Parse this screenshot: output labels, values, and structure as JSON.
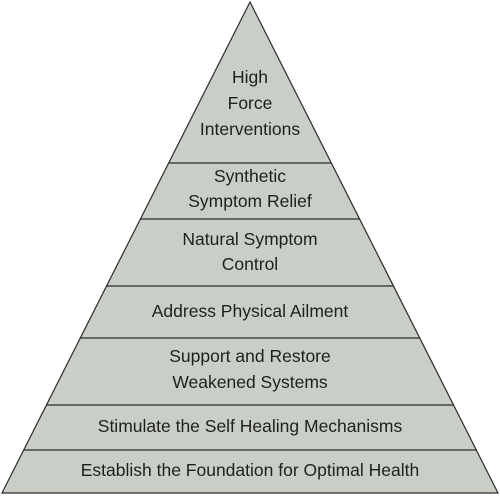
{
  "pyramid": {
    "fill_color": "#c9cfc7",
    "stroke_color": "#2a2a2a",
    "layers": [
      {
        "lines": [
          "High",
          "Force",
          "Interventions"
        ]
      },
      {
        "lines": [
          "Synthetic",
          "Symptom Relief"
        ]
      },
      {
        "lines": [
          "Natural Symptom",
          "Control"
        ]
      },
      {
        "lines": [
          "Address Physical Ailment"
        ]
      },
      {
        "lines": [
          "Support and Restore",
          "Weakened Systems"
        ]
      },
      {
        "lines": [
          "Stimulate the Self Healing Mechanisms"
        ]
      },
      {
        "lines": [
          "Establish the Foundation for Optimal Health"
        ]
      }
    ]
  }
}
